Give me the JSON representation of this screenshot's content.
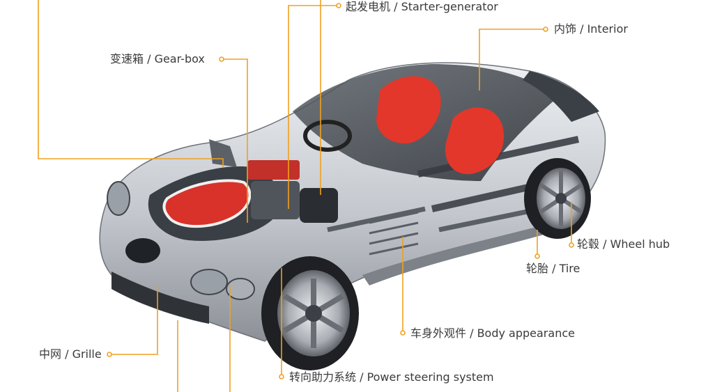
{
  "colors": {
    "leader": "#f0a020",
    "text": "#3a3a3a",
    "body_silver": "#c9ccd1",
    "seat_red": "#e3372b",
    "engine_red": "#d8322a",
    "chassis_dark": "#2d3136"
  },
  "labels": {
    "starter_generator": "起发电机 / Starter-generator",
    "interior": "内饰 / Interior",
    "gear_box": "变速箱 / Gear-box",
    "wheel_hub": "轮毂 / Wheel hub",
    "tire": "轮胎 / Tire",
    "body_appearance": "车身外观件 / Body appearance",
    "grille": "中网 / Grille",
    "power_steering": "转向助力系统 / Power steering system"
  }
}
